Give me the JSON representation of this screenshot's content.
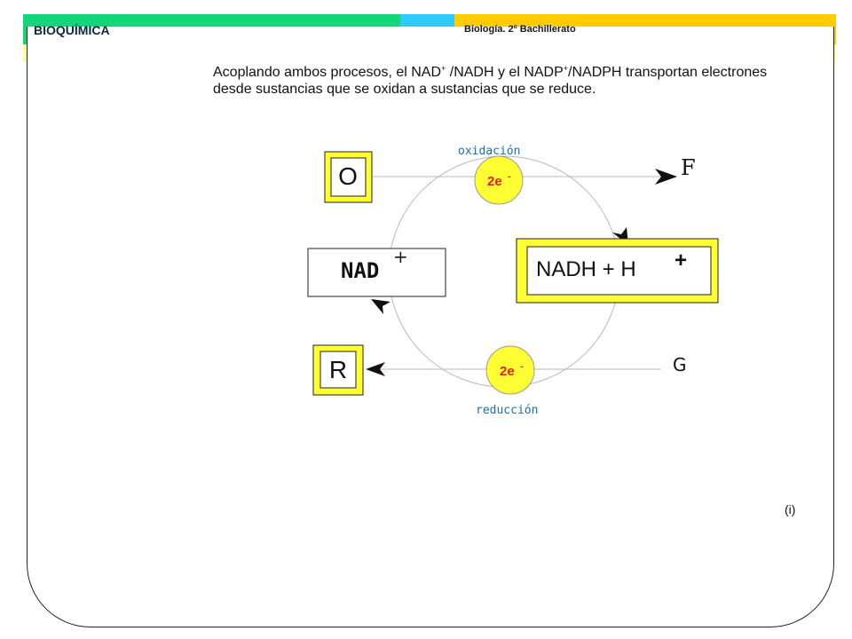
{
  "header": {
    "title": "BIOQUÍMICA",
    "subtitle": "Biología. 2º Bachillerato"
  },
  "intro": {
    "part1": "Acoplando ambos procesos, el  NAD",
    "sup1": "+",
    "part2": " /NADH y el  NADP",
    "sup2": "+",
    "part3": "/NADPH transportan electrones desde sustancias que se oxidan a sustancias que se reduce."
  },
  "diagram": {
    "oxidation_label": "oxidación",
    "reduction_label": "reducción",
    "electron_top": "2e",
    "electron_bottom": "2e",
    "electron_sign": "-",
    "box_O": "O",
    "box_R": "R",
    "box_nad": "NAD",
    "box_nad_plus": "+",
    "box_nadh": "NADH + H",
    "box_nadh_plus": "+",
    "label_F": "F",
    "label_G": "G"
  },
  "colors": {
    "yellow": "#ffff33",
    "yellow_border": "#222222",
    "blue_text": "#1a6fb0",
    "red_text": "#e02020",
    "green_header": "#13d57a",
    "cyan_header": "#2ecbfb",
    "orange_header": "#ffcc00"
  },
  "footnote": "(i)"
}
